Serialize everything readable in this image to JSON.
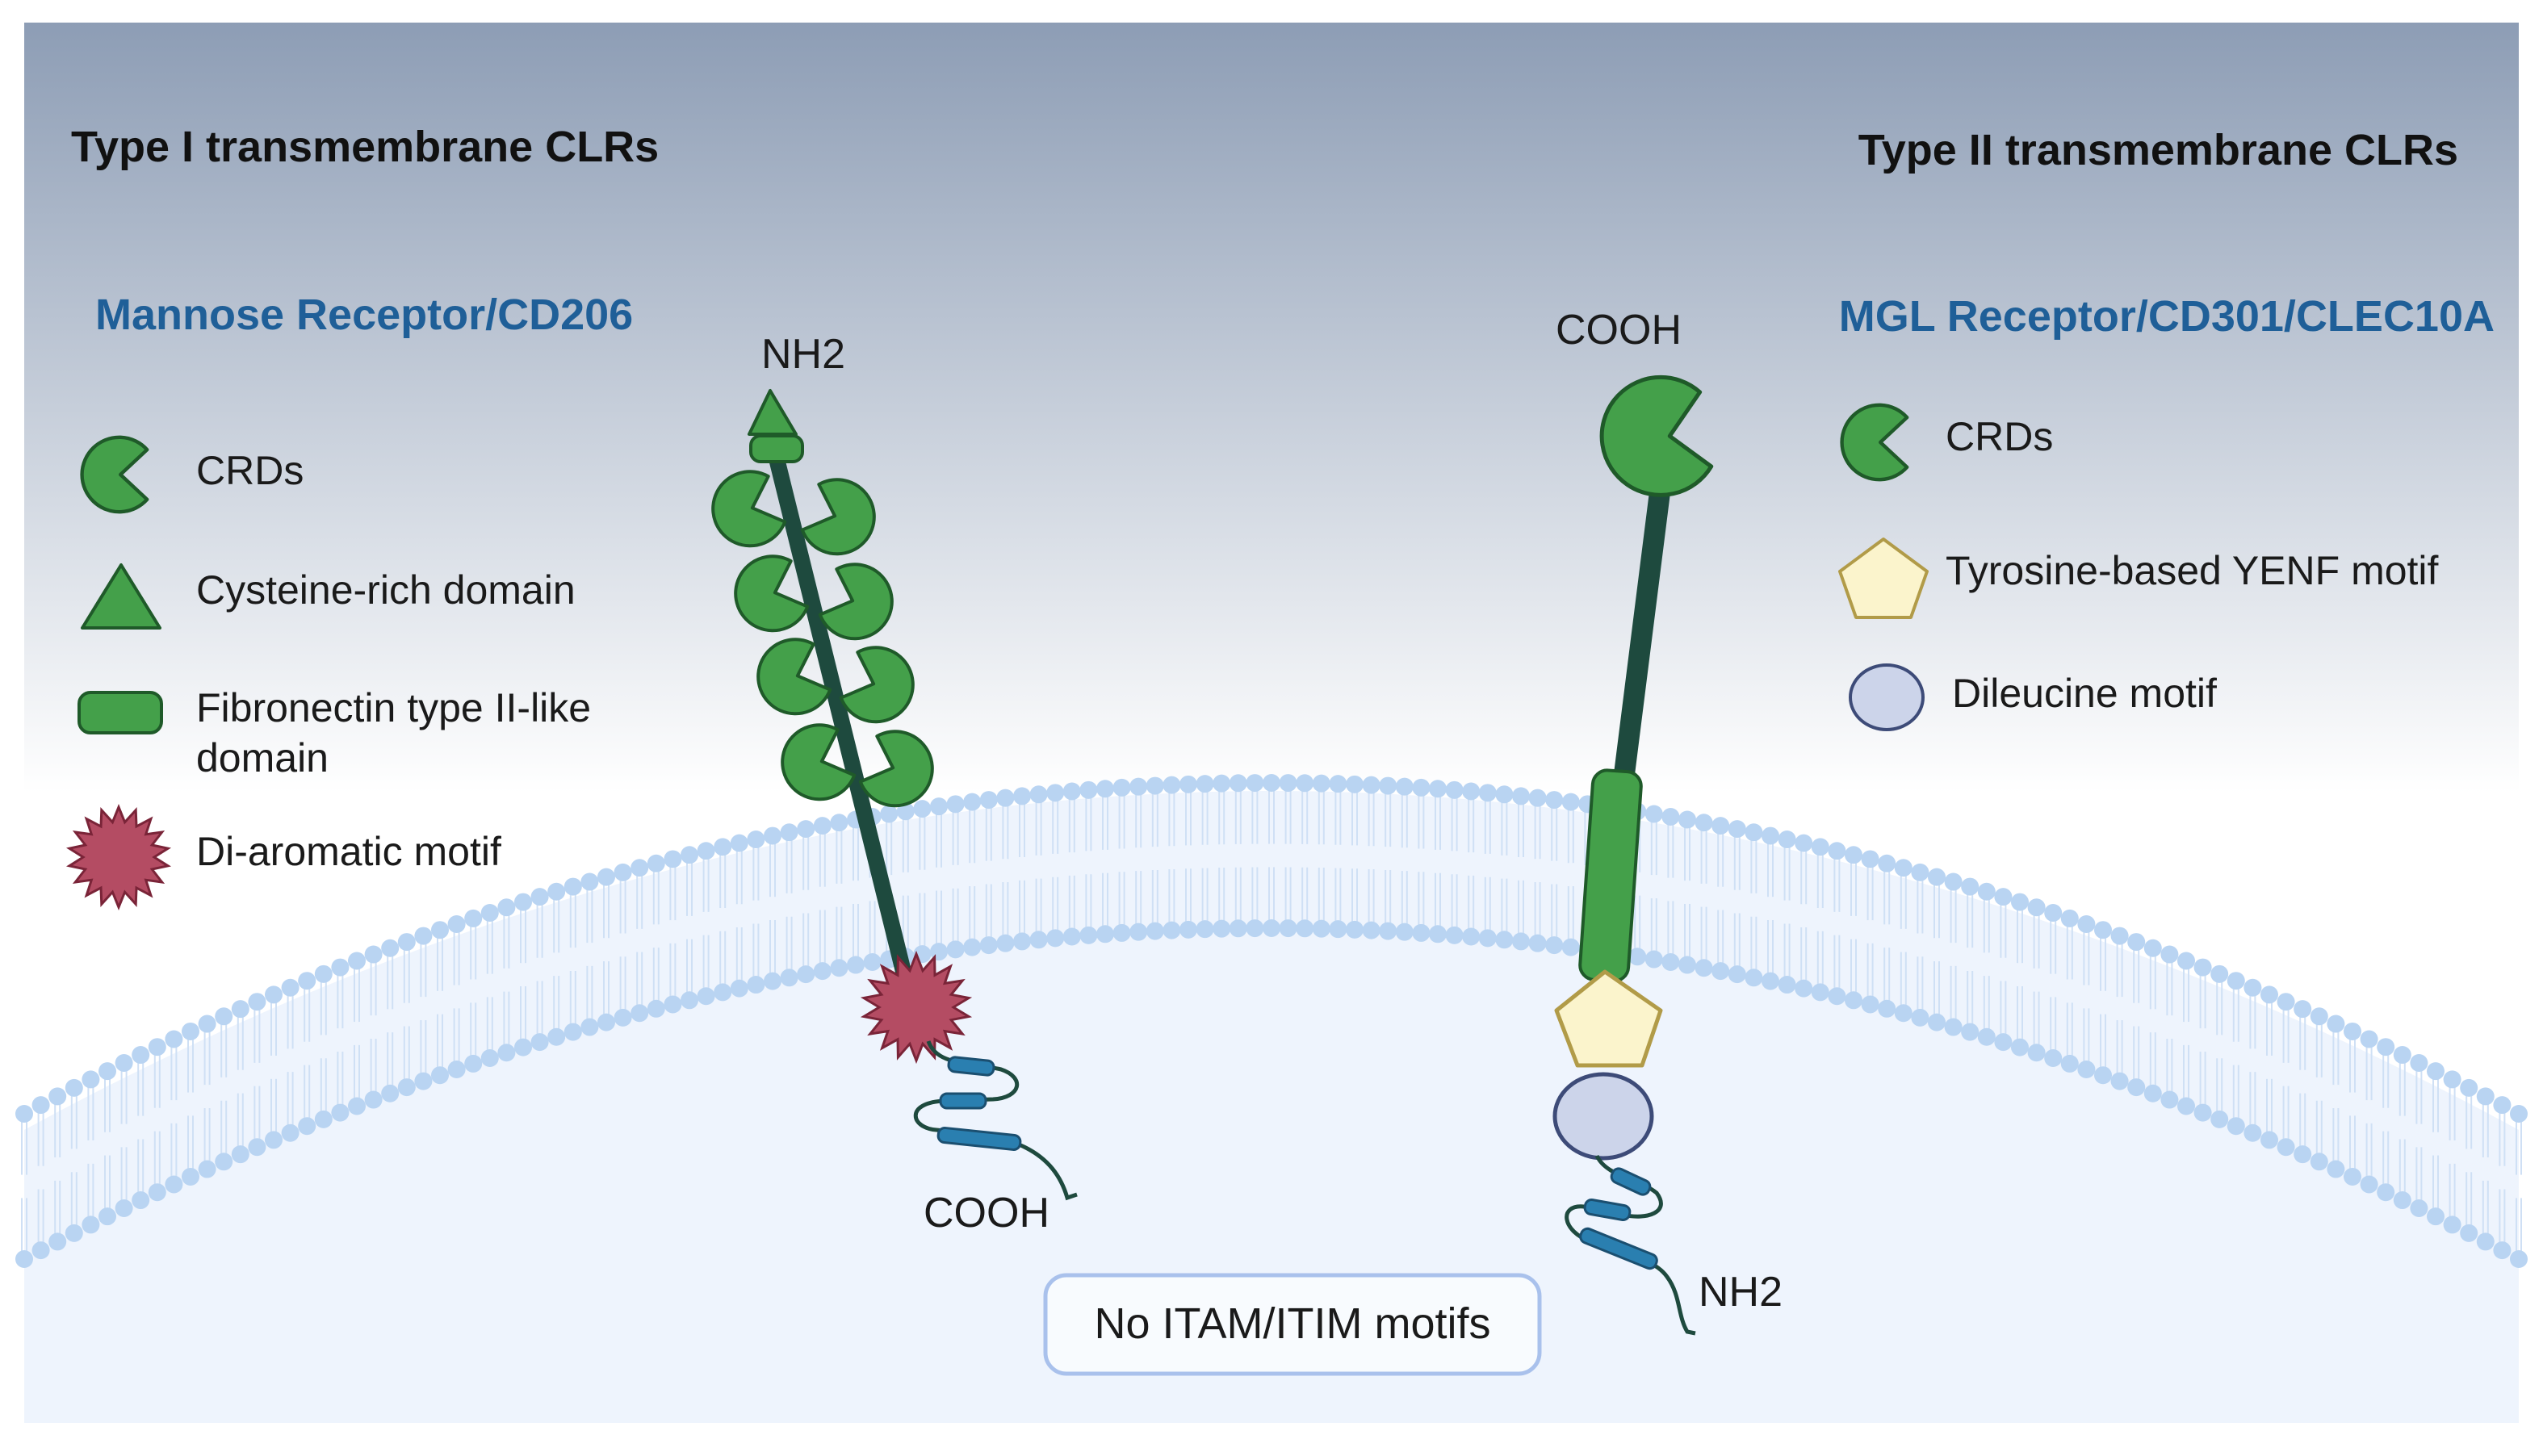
{
  "colors": {
    "bg_top": "#8d9db5",
    "bg_mid": "#ffffff",
    "bg_bottom": "#eef4fd",
    "heading": "#111111",
    "subtitle": "#1f5f98",
    "crd_fill": "#44a04a",
    "crd_stroke": "#1f5a29",
    "stalk": "#1e4a3e",
    "diaromatic": "#b44c63",
    "yenf_fill": "#fbf4cc",
    "yenf_stroke": "#b19b48",
    "dileucine_fill": "#ccd4ea",
    "dileucine_stroke": "#3d4b78",
    "tail": "#2a7fb0",
    "membrane_bead": "#b9d4f2",
    "membrane_lines": "#cfe0f5",
    "box_border": "#a9c1ec"
  },
  "left": {
    "heading": "Type I transmembrane CLRs",
    "subtitle": "Mannose Receptor/CD206",
    "legend": [
      {
        "icon": "crd-icon",
        "label": "CRDs"
      },
      {
        "icon": "cysteine-rich-triangle-icon",
        "label": "Cysteine-rich domain"
      },
      {
        "icon": "fibronectin-domain-icon",
        "label_line1": "Fibronectin type II-like",
        "label_line2": "domain"
      },
      {
        "icon": "di-aromatic-star-icon",
        "label": "Di-aromatic motif"
      }
    ],
    "n_term": "NH2",
    "c_term": "COOH"
  },
  "right": {
    "heading": "Type II transmembrane CLRs",
    "subtitle": "MGL Receptor/CD301/CLEC10A",
    "legend": [
      {
        "icon": "crd-icon",
        "label": "CRDs"
      },
      {
        "icon": "pentagon-icon",
        "label": "Tyrosine-based YENF motif"
      },
      {
        "icon": "circle-icon",
        "label": "Dileucine motif"
      }
    ],
    "c_term": "COOH",
    "n_term": "NH2"
  },
  "center_box": {
    "label": "No ITAM/ITIM motifs"
  }
}
